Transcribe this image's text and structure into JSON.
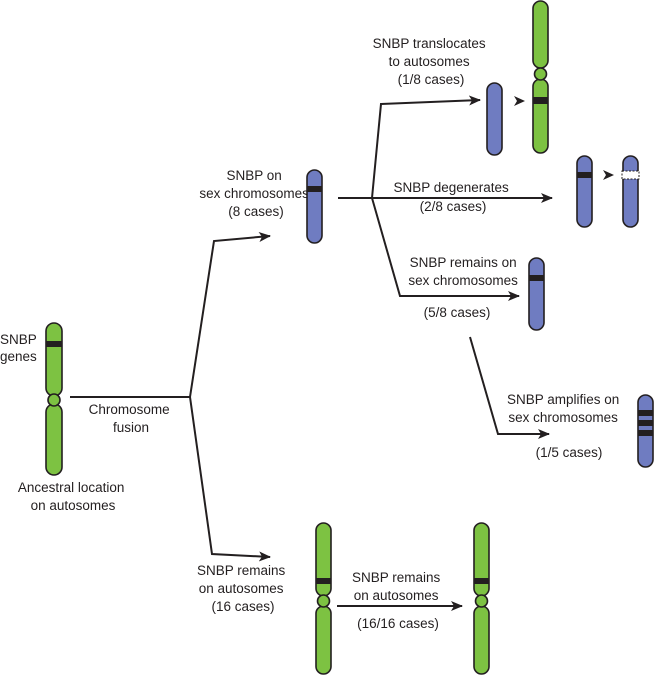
{
  "labels": {
    "snbp_genes": [
      "SNBP",
      "genes"
    ],
    "ancestral": [
      "Ancestral location",
      "on autosomes"
    ],
    "fusion": [
      "Chromosome",
      "fusion"
    ],
    "sex_chrom": [
      "SNBP on",
      "sex chromosomes",
      "(8 cases)"
    ],
    "autosomes_16": [
      "SNBP remains",
      "on autosomes",
      "(16 cases)"
    ],
    "translocates": [
      "SNBP translocates",
      "to autosomes",
      "(1/8 cases)"
    ],
    "degenerates": [
      "SNBP degenerates",
      "(2/8 cases)"
    ],
    "remains_sex": [
      "SNBP remains on",
      "sex chromosomes",
      "(5/8 cases)"
    ],
    "amplifies": [
      "SNBP amplifies on",
      "sex chromosomes",
      "(1/5 cases)"
    ],
    "remains_auto": [
      "SNBP remains",
      "on autosomes",
      "(16/16 cases)"
    ]
  },
  "colors": {
    "autosome": "#7dc242",
    "sex_chromosome": "#6f7cc1",
    "line": "#231f20"
  }
}
